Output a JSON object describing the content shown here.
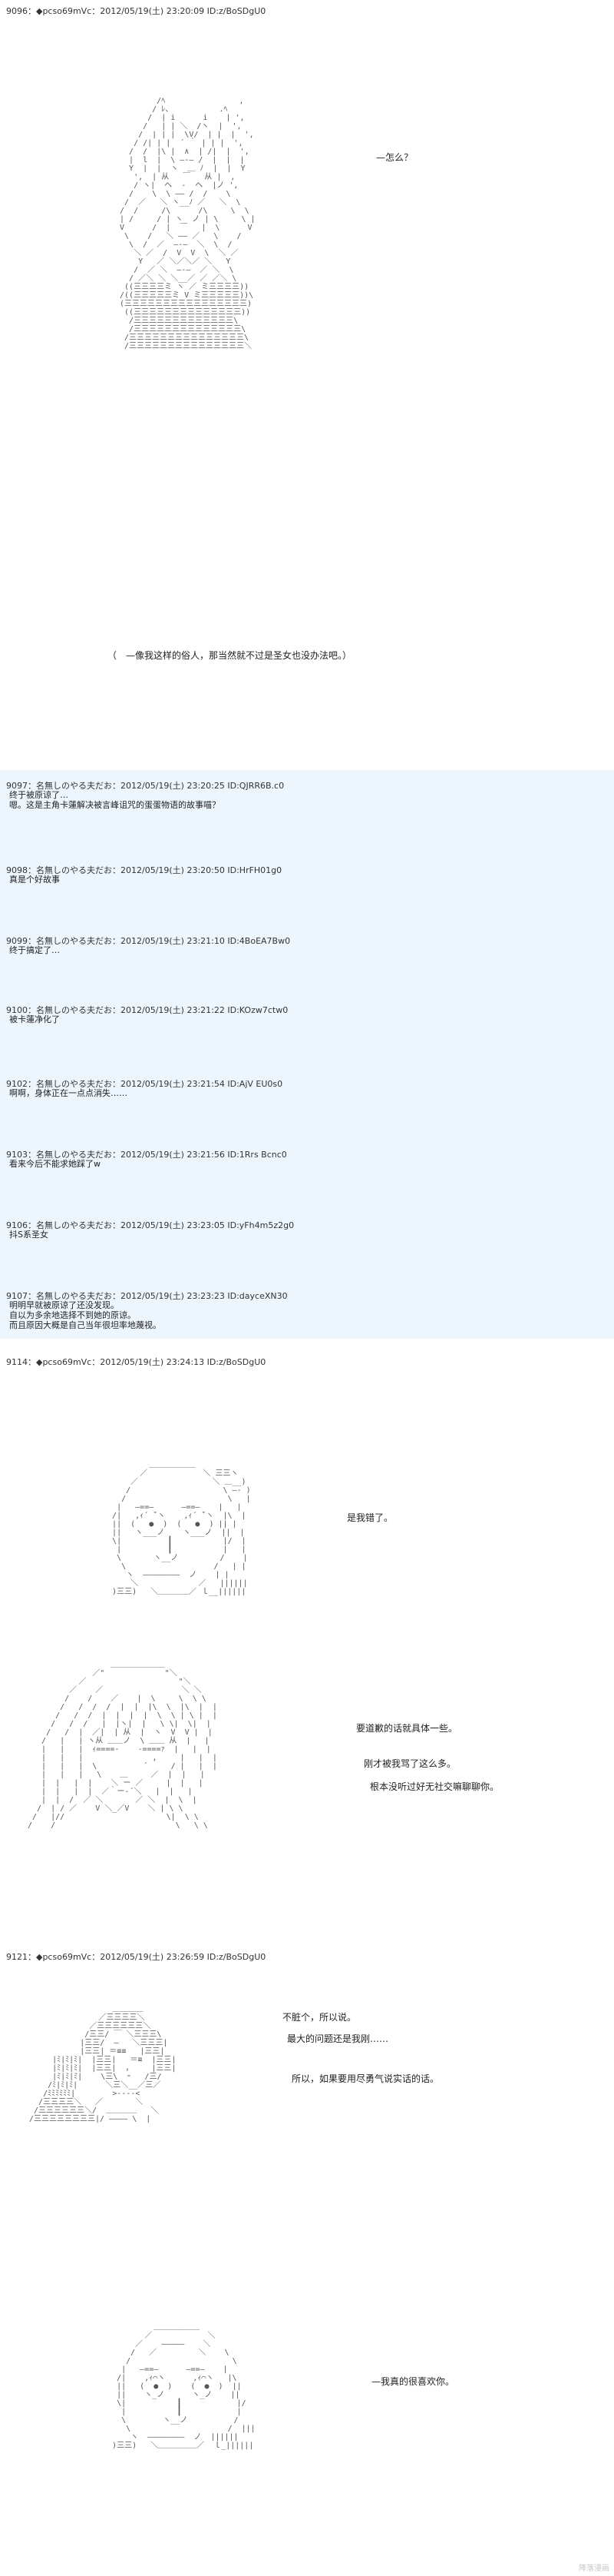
{
  "posts": [
    {
      "header": "9096：◆pcso69mVc：2012/05/19(土) 23:20:09 ID:z/BoSDgU0"
    },
    {
      "header": "9097：名無しのやる夫だお：2012/05/19(土) 23:20:25 ID:QJRR6B.c0",
      "body": "终于被原谅了…\n嗯。这是主角卡蓮解决被言峰诅咒的蛋蛋物语的故事喵？"
    },
    {
      "header": "9098：名無しのやる夫だお：2012/05/19(土) 23:20:50 ID:HrFH01g0",
      "body": "真是个好故事"
    },
    {
      "header": "9099：名無しのやる夫だお：2012/05/19(土) 23:21:10 ID:4BoEA7Bw0",
      "body": "终于搞定了…"
    },
    {
      "header": "9100：名無しのやる夫だお：2012/05/19(土) 23:21:22 ID:KOzw7ctw0",
      "body": "被卡蓮净化了"
    },
    {
      "header": "9102：名無しのやる夫だお：2012/05/19(土) 23:21:54 ID:AjV EU0s0",
      "body": "啊啊，身体正在一点点消失……"
    },
    {
      "header": "9103：名無しのやる夫だお：2012/05/19(土) 23:21:56 ID:1Rrs Bcnc0",
      "body": "看来今后不能求她踩了w"
    },
    {
      "header": "9106：名無しのやる夫だお：2012/05/19(土) 23:23:05 ID:yFh4m5z2g0",
      "body": "抖S系圣女"
    },
    {
      "header": "9107：名無しのやる夫だお：2012/05/19(土) 23:23:23 ID:dayceXN30",
      "body": "明明早就被原谅了还没发现。\n自以为多余地选择不到她的原谅。\n而且原因大概是自己当年很坦率地蔑视。"
    },
    {
      "header": "9114：◆pcso69mVc：2012/05/19(土) 23:24:13 ID:z/BoSDgU0"
    },
    {
      "header": "9121：◆pcso69mVc：2012/05/19(土) 23:26:59 ID:z/BoSDgU0"
    }
  ],
  "speech": {
    "s1": "—怎么？",
    "narration": "（　—像我这样的俗人，那当然就不过是圣女也没办法吧。）",
    "s2": "是我错了。",
    "s3": "要道歉的话就具体一些。",
    "s4": "刚才被我骂了这么多。",
    "s5": "根本没听过好无社交嘛聊聊你。",
    "s6": "不脏个，所以说。",
    "s7": "最大的问题还是我刚……",
    "s8": "所以，如果要用尽勇气说实话的话。",
    "s9": "—我真的很喜欢你。"
  },
  "watermark": "降落漫画"
}
